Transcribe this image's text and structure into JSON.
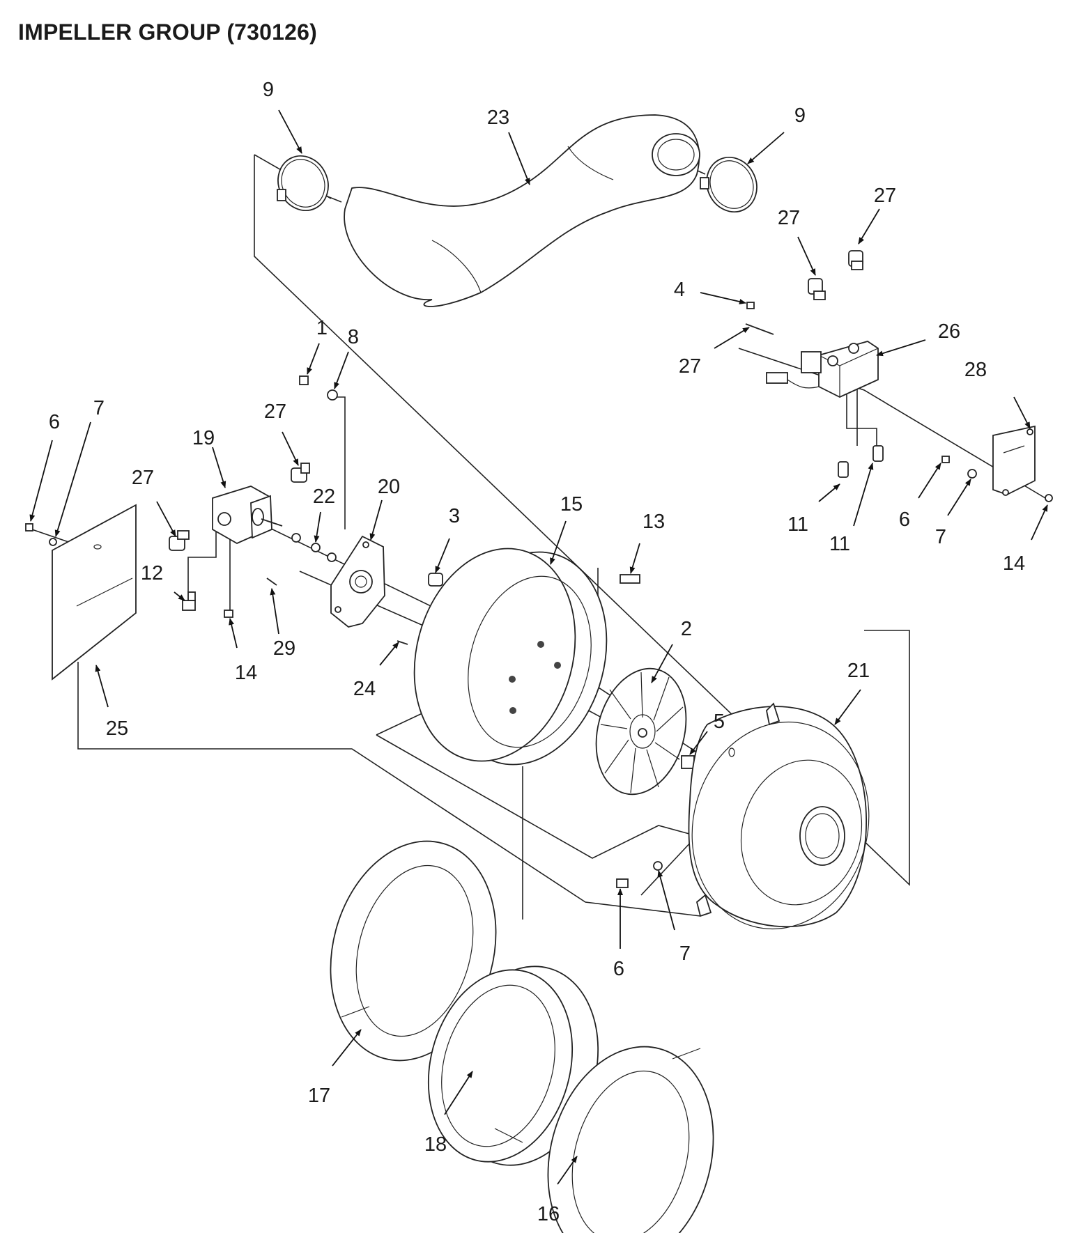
{
  "title": "IMPELLER GROUP (730126)",
  "callouts": {
    "c9a": "9",
    "c9b": "9",
    "c23": "23",
    "c27a": "27",
    "c27b": "27",
    "c27c": "27",
    "c27d": "27",
    "c27e": "27",
    "c4": "4",
    "c26": "26",
    "c28": "28",
    "c1": "1",
    "c8": "8",
    "c6a": "6",
    "c7a": "7",
    "c19": "19",
    "c22": "22",
    "c20": "20",
    "c3": "3",
    "c15": "15",
    "c13": "13",
    "c12": "12",
    "c14a": "14",
    "c29": "29",
    "c24": "24",
    "c25": "25",
    "c11a": "11",
    "c11b": "11",
    "c6b": "6",
    "c7b": "7",
    "c14b": "14",
    "c2": "2",
    "c21": "21",
    "c5": "5",
    "c6c": "6",
    "c7c": "7",
    "c17": "17",
    "c18": "18",
    "c16": "16"
  }
}
